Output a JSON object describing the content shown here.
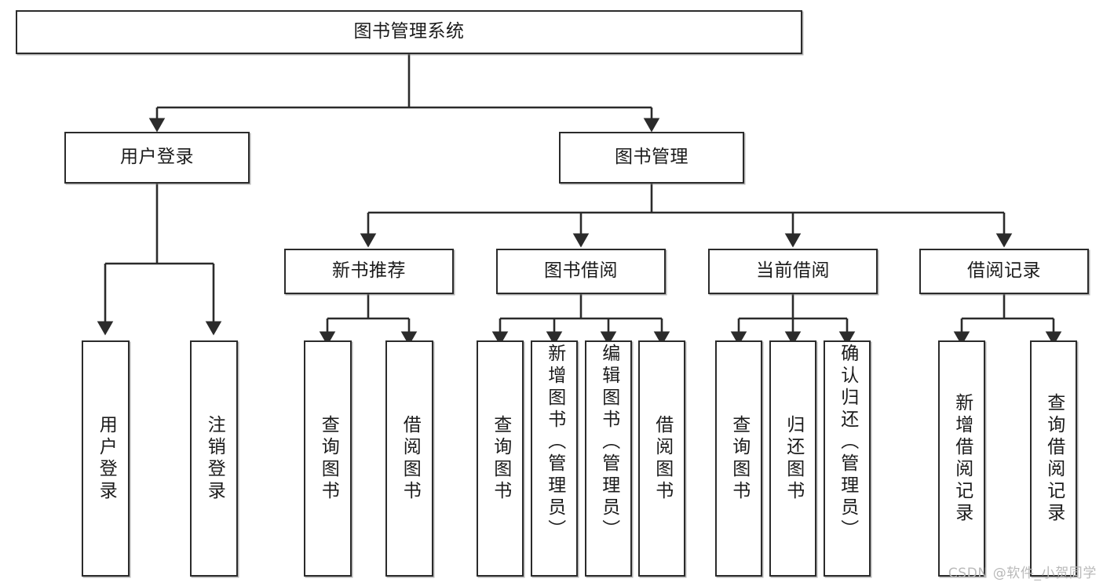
{
  "diagram": {
    "type": "tree",
    "title": "图书管理系统",
    "watermark": "CSDN @软件_小贺同学",
    "colors": {
      "box_stroke": "#2b2b2b",
      "box_fill": "#ffffff",
      "connector": "#2b2b2b",
      "watermark": "#b9b9b9",
      "background": "#ffffff"
    },
    "root": {
      "label": "图书管理系统"
    },
    "level1": [
      {
        "id": "user-login",
        "label": "用户登录"
      },
      {
        "id": "book-manage",
        "label": "图书管理"
      }
    ],
    "level2": [
      {
        "id": "new-book-rec",
        "label": "新书推荐",
        "parent": "book-manage"
      },
      {
        "id": "book-borrow",
        "label": "图书借阅",
        "parent": "book-manage"
      },
      {
        "id": "current-borrow",
        "label": "当前借阅",
        "parent": "book-manage"
      },
      {
        "id": "borrow-record",
        "label": "借阅记录",
        "parent": "book-manage"
      }
    ],
    "leaves": {
      "user-login": [
        {
          "id": "leaf-user-login",
          "label": "用户登录"
        },
        {
          "id": "leaf-logout",
          "label": "注销登录"
        }
      ],
      "new-book-rec": [
        {
          "id": "leaf-query-book-1",
          "label": "查询图书"
        },
        {
          "id": "leaf-borrow-book-1",
          "label": "借阅图书"
        }
      ],
      "book-borrow": [
        {
          "id": "leaf-query-book-2",
          "label": "查询图书"
        },
        {
          "id": "leaf-add-book",
          "label": "新增图书（管理员）"
        },
        {
          "id": "leaf-edit-book",
          "label": "编辑图书（管理员）"
        },
        {
          "id": "leaf-borrow-book-2",
          "label": "借阅图书"
        }
      ],
      "current-borrow": [
        {
          "id": "leaf-query-book-3",
          "label": "查询图书"
        },
        {
          "id": "leaf-return-book",
          "label": "归还图书"
        },
        {
          "id": "leaf-confirm-return",
          "label": "确认归还（管理员）"
        }
      ],
      "borrow-record": [
        {
          "id": "leaf-add-record",
          "label": "新增借阅记录"
        },
        {
          "id": "leaf-query-record",
          "label": "查询借阅记录"
        }
      ]
    }
  }
}
